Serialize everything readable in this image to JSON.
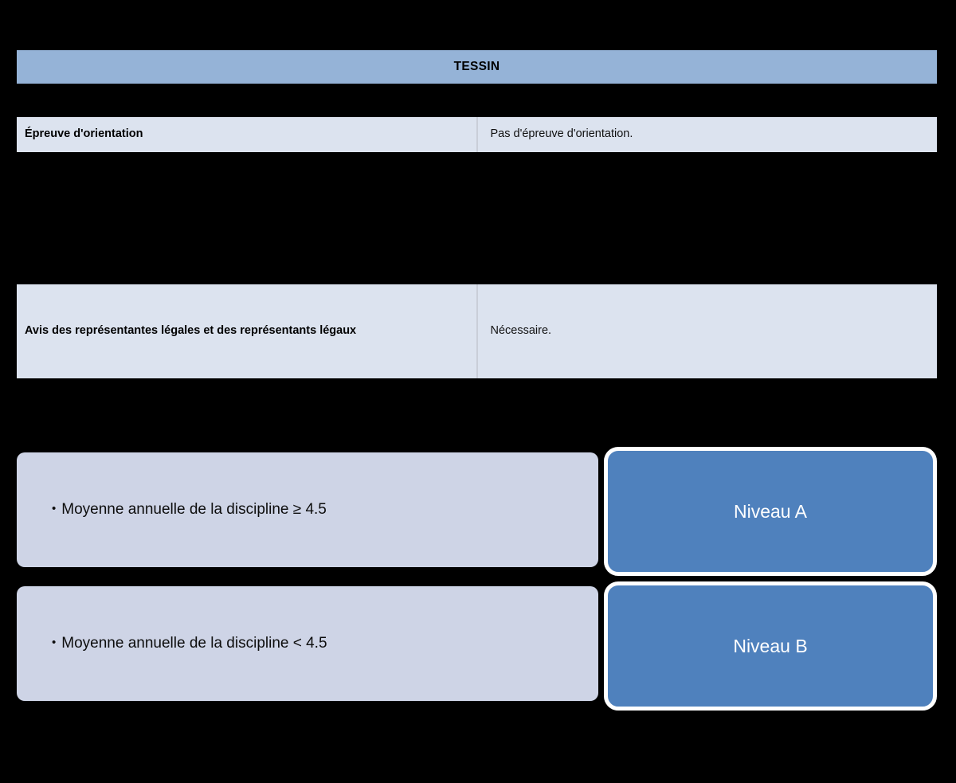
{
  "table": {
    "title": "TESSIN",
    "columns": [
      "",
      ""
    ],
    "rows": [
      {
        "type": "empty",
        "label": "",
        "value": ""
      },
      {
        "type": "filled",
        "label": "Épreuve d'orientation",
        "value": "Pas d'épreuve d'orientation."
      },
      {
        "type": "empty",
        "label": "",
        "value": ""
      },
      {
        "type": "filled",
        "label": "Avis des représentantes légales et des représentants légaux",
        "value": "Nécessaire."
      }
    ]
  },
  "flow": {
    "bullet_glyph": "•",
    "branches": [
      {
        "condition": "Moyenne annuelle de la discipline ≥ 4.5",
        "level": "Niveau A"
      },
      {
        "condition": "Moyenne annuelle de la discipline < 4.5",
        "level": "Niveau B"
      }
    ]
  },
  "colors": {
    "page_background": "#000000",
    "table_header_blue": "#95B3D7",
    "table_row_light": "#DCE3EF",
    "callout_light": "#CED4E6",
    "level_blue": "#4F81BD",
    "level_border": "#FFFFFF",
    "text_dark": "#000000",
    "text_light": "#FFFFFF"
  }
}
